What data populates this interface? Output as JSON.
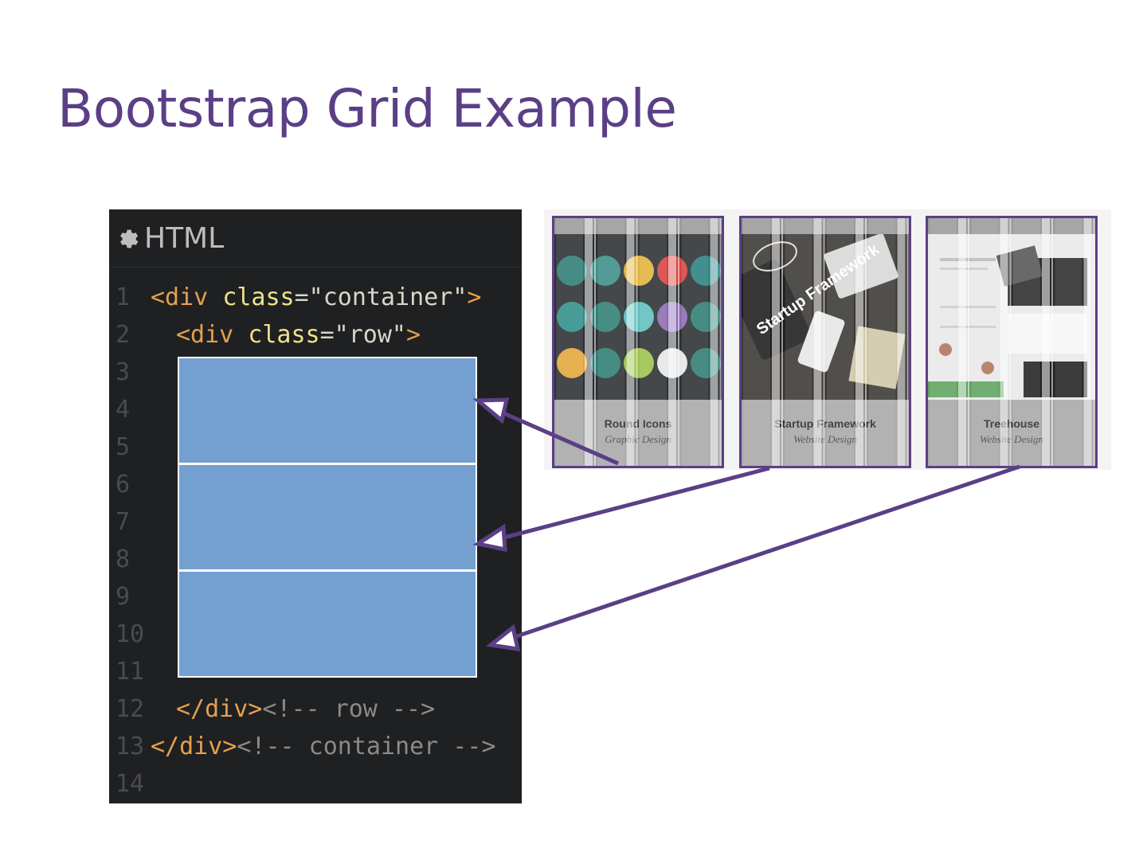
{
  "slide": {
    "title": "Bootstrap Grid Example"
  },
  "editor": {
    "header_icon": "gear-icon",
    "title": "HTML",
    "lines": [
      {
        "n": "1",
        "parts": [
          [
            "tag",
            "<div "
          ],
          [
            "attr",
            "class"
          ],
          [
            "str",
            "=\"container\""
          ],
          [
            "tag",
            ">"
          ]
        ],
        "indent": 0
      },
      {
        "n": "2",
        "parts": [
          [
            "tag",
            "<div "
          ],
          [
            "attr",
            "class"
          ],
          [
            "str",
            "=\"row\""
          ],
          [
            "tag",
            ">"
          ]
        ],
        "indent": 1
      },
      {
        "n": "3",
        "parts": [],
        "indent": 0
      },
      {
        "n": "4",
        "parts": [],
        "indent": 0
      },
      {
        "n": "5",
        "parts": [],
        "indent": 0
      },
      {
        "n": "6",
        "parts": [],
        "indent": 0
      },
      {
        "n": "7",
        "parts": [],
        "indent": 0
      },
      {
        "n": "8",
        "parts": [],
        "indent": 0
      },
      {
        "n": "9",
        "parts": [],
        "indent": 0
      },
      {
        "n": "10",
        "parts": [],
        "indent": 0
      },
      {
        "n": "11",
        "parts": [],
        "indent": 0
      },
      {
        "n": "12",
        "parts": [
          [
            "tag",
            "</div>"
          ],
          [
            "cmt",
            "<!-- row -->"
          ]
        ],
        "indent": 1
      },
      {
        "n": "13",
        "parts": [
          [
            "tag",
            "</div>"
          ],
          [
            "cmt",
            "<!-- container -->"
          ]
        ],
        "indent": 0
      },
      {
        "n": "14",
        "parts": [],
        "indent": 0
      }
    ]
  },
  "columns": {
    "count": 3,
    "fill_color": "#73a0d0"
  },
  "cards": [
    {
      "title": "Round Icons",
      "subtitle": "Graphic Design",
      "style": "icons"
    },
    {
      "title": "Startup Framework",
      "subtitle": "Website Design",
      "style": "dark",
      "img_text": "Startup Framework"
    },
    {
      "title": "Treehouse",
      "subtitle": "Website Design",
      "style": "light"
    }
  ],
  "colors": {
    "accent": "#5b3f86",
    "editor_bg": "#1f2022"
  }
}
